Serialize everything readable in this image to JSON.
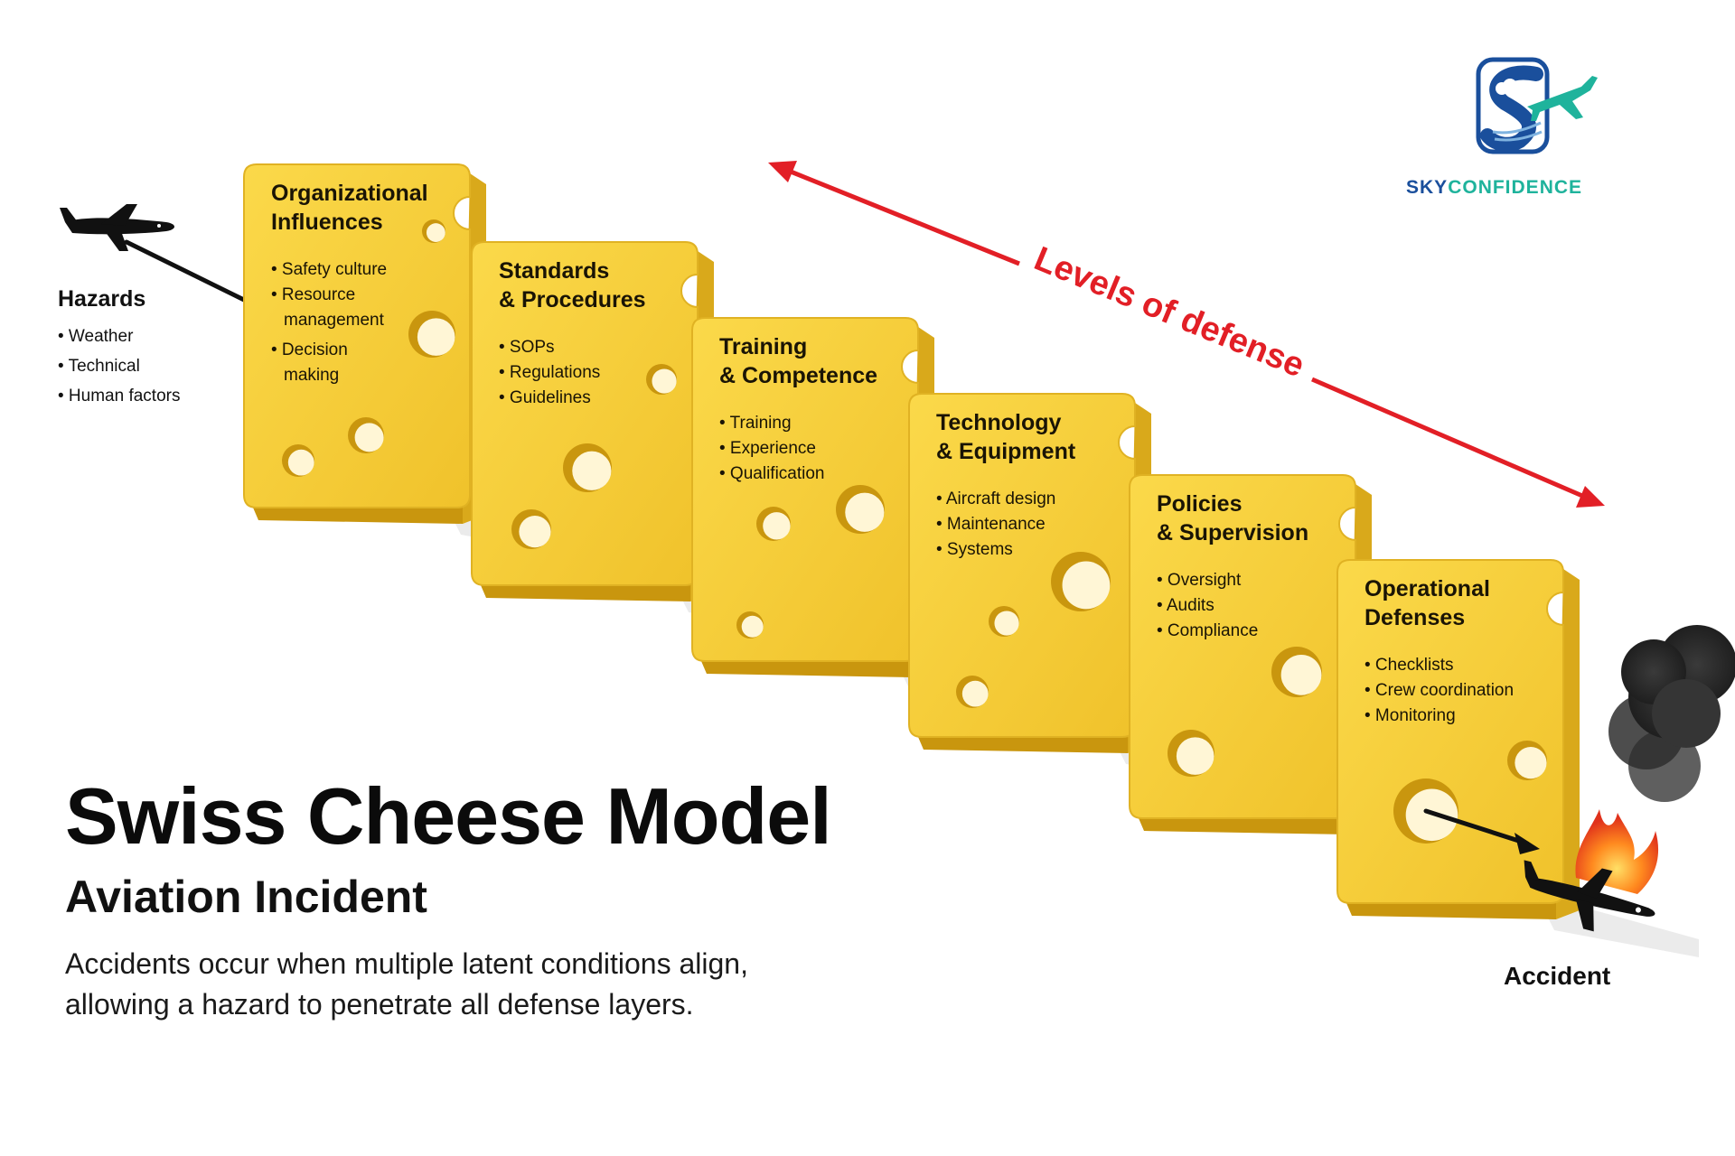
{
  "brand": {
    "name_part1": "SKY",
    "name_part2": "CONFIDENCE",
    "color_blue": "#1a4f9c",
    "color_teal": "#1fb39c"
  },
  "hazards": {
    "title": "Hazards",
    "items": [
      "• Weather",
      "• Technical",
      "• Human factors"
    ]
  },
  "levels_label": "Levels of defense",
  "layers": [
    {
      "title_lines": [
        "Organizational",
        "Influences"
      ],
      "items": [
        "• Safety culture",
        "• Resource",
        "management",
        "• Decision",
        "making"
      ]
    },
    {
      "title_lines": [
        "Standards",
        "& Procedures"
      ],
      "items": [
        "• SOPs",
        "• Regulations",
        "• Guidelines"
      ]
    },
    {
      "title_lines": [
        "Training",
        "& Competence"
      ],
      "items": [
        "• Training",
        "• Experience",
        "• Qualification"
      ]
    },
    {
      "title_lines": [
        "Technology",
        "& Equipment"
      ],
      "items": [
        "• Aircraft design",
        "• Maintenance",
        "• Systems"
      ]
    },
    {
      "title_lines": [
        "Policies",
        "& Supervision"
      ],
      "items": [
        "• Oversight",
        "• Audits",
        "• Compliance"
      ]
    },
    {
      "title_lines": [
        "Operational",
        "Defenses"
      ],
      "items": [
        "• Checklists",
        "• Crew coordination",
        "• Monitoring"
      ]
    }
  ],
  "accident_label": "Accident",
  "title": "Swiss Cheese Model",
  "subtitle": "Aviation Incident",
  "description_lines": [
    "Accidents occur when multiple latent conditions align,",
    "allowing a hazard to penetrate all defense layers."
  ],
  "colors": {
    "cheese_face": "#f5cd38",
    "cheese_side": "#d9a91b",
    "cheese_hole": "#c9960e",
    "arrow": "#e21f26",
    "path": "#111111"
  }
}
